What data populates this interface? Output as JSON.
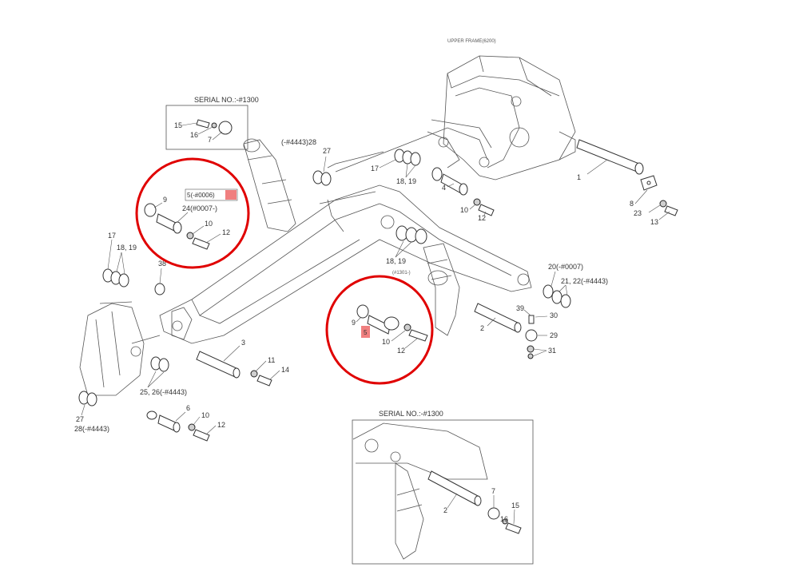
{
  "title_upper_frame": "UPPER FRAME(6200)",
  "serial_note_top": "SERIAL NO.:-#1300",
  "serial_note_bottom": "SERIAL NO.:-#1300",
  "labels": {
    "l1": "1",
    "l2": "2",
    "l2b": "2",
    "l3": "3",
    "l4": "4",
    "l5_hl": "5(-#0006)",
    "l5b": "5",
    "l6": "6",
    "l7": "7",
    "l7b": "7",
    "l8": "8",
    "l9a": "9",
    "l9b": "9",
    "l10a": "10",
    "l10b": "10",
    "l10c": "10",
    "l10d": "10",
    "l11": "11",
    "l12a": "12",
    "l12b": "12",
    "l12c": "12",
    "l12d": "12",
    "l13": "13",
    "l14": "14",
    "l15": "15",
    "l15b": "15",
    "l16": "16",
    "l16b": "16",
    "l17a": "17",
    "l17b": "17",
    "l1819a": "18, 19",
    "l1819b": "18, 19",
    "l1819c": "18, 19",
    "l20": "20(-#0007)",
    "l2122": "21,  22(-#4443)",
    "l23": "23",
    "l24": "24(#0007-)",
    "l2526": "25,  26(-#4443)",
    "l27a": "27",
    "l27b": "27",
    "l28a": "(-#4443)28",
    "l28b": "28(-#4443)",
    "l29": "29",
    "l30": "30",
    "l31": "31",
    "l38": "38",
    "l39": "39",
    "l1301": "(#1301-)"
  }
}
